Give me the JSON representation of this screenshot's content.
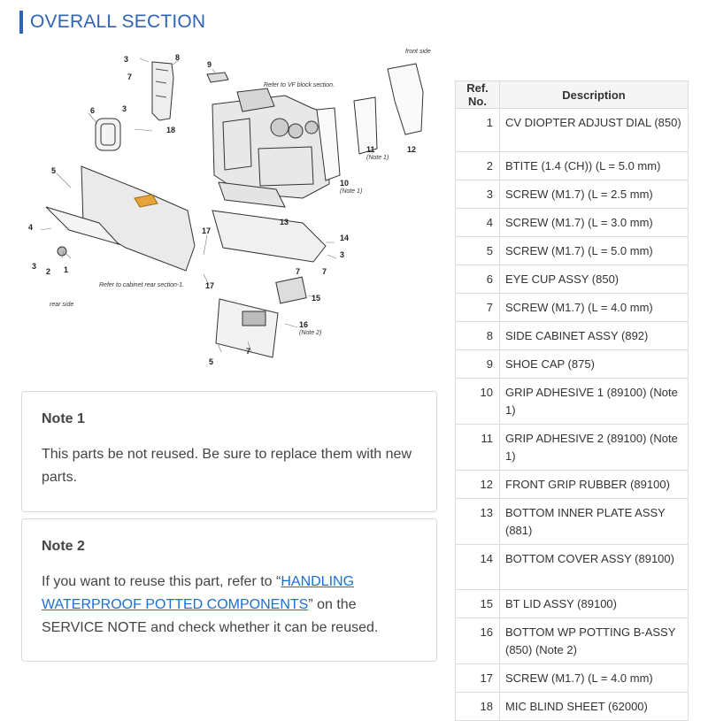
{
  "header": {
    "title": "OVERALL SECTION"
  },
  "diagram": {
    "labels": {
      "front_side": "front side",
      "rear_side": "rear side",
      "vf_ref": "Refer to VF block section.",
      "cabinet_ref": "Refer to cabinet rear section-1.",
      "note1": "(Note 1)",
      "note2": "(Note 2)"
    },
    "numbers": [
      "1",
      "2",
      "3",
      "4",
      "5",
      "6",
      "7",
      "8",
      "9",
      "10",
      "11",
      "12",
      "13",
      "14",
      "15",
      "16",
      "17",
      "18"
    ]
  },
  "notes": [
    {
      "title": "Note 1",
      "body": "This parts be not reused. Be sure to replace them with new parts."
    },
    {
      "title": "Note 2",
      "body_before": "If you want to reuse this part, refer to “",
      "link_text": "HANDLING WATERPROOF POTTED COMPONENTS",
      "body_after": "” on the SERVICE NOTE and check whether it can be reused."
    }
  ],
  "parts_table": {
    "headers": [
      "Ref. No.",
      "Description"
    ],
    "rows": [
      {
        "ref": "1",
        "desc": "CV DIOPTER ADJUST DIAL (850)"
      },
      {
        "ref": "2",
        "desc": "BTITE (1.4 (CH)) (L = 5.0 mm)"
      },
      {
        "ref": "3",
        "desc": "SCREW (M1.7) (L = 2.5 mm)"
      },
      {
        "ref": "4",
        "desc": "SCREW (M1.7) (L = 3.0 mm)"
      },
      {
        "ref": "5",
        "desc": "SCREW (M1.7) (L = 5.0 mm)"
      },
      {
        "ref": "6",
        "desc": "EYE CUP ASSY (850)"
      },
      {
        "ref": "7",
        "desc": "SCREW (M1.7) (L = 4.0 mm)"
      },
      {
        "ref": "8",
        "desc": "SIDE CABINET ASSY (892)"
      },
      {
        "ref": "9",
        "desc": "SHOE CAP (875)"
      },
      {
        "ref": "10",
        "desc": "GRIP ADHESIVE 1 (89100) (Note 1)"
      },
      {
        "ref": "11",
        "desc": "GRIP ADHESIVE 2 (89100) (Note 1)"
      },
      {
        "ref": "12",
        "desc": "FRONT GRIP RUBBER (89100)"
      },
      {
        "ref": "13",
        "desc": "BOTTOM INNER PLATE ASSY (881)"
      },
      {
        "ref": "14",
        "desc": "BOTTOM COVER ASSY (89100)"
      },
      {
        "ref": "15",
        "desc": "BT LID ASSY (89100)"
      },
      {
        "ref": "16",
        "desc": "BOTTOM WP POTTING B-ASSY (850) (Note 2)"
      },
      {
        "ref": "17",
        "desc": "SCREW (M1.7) (L = 4.0 mm)"
      },
      {
        "ref": "18",
        "desc": "MIC BLIND SHEET (62000)"
      }
    ]
  }
}
